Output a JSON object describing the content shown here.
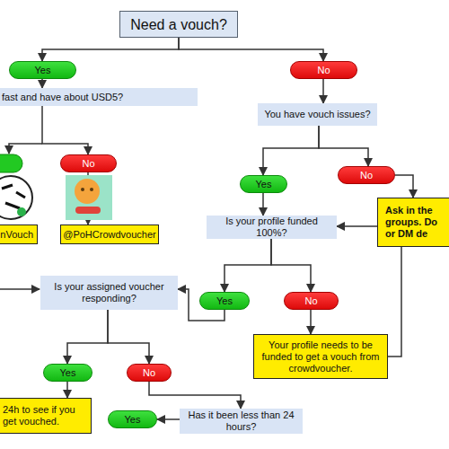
{
  "diagram": {
    "nodes": [
      {
        "text": [
          "Need a vouch?"
        ]
      },
      {
        "text": [
          "Yes"
        ]
      },
      {
        "text": [
          "No"
        ]
      },
      {
        "text": [
          "fast and have about USD5?"
        ]
      },
      {
        "text": [
          "You have vouch issues?"
        ]
      },
      {
        "text": [
          "No"
        ]
      },
      {
        "text": [
          "nVouch"
        ]
      },
      {
        "text": [
          "@PoHCrowdvoucher"
        ]
      },
      {
        "text": [
          "Yes"
        ]
      },
      {
        "text": [
          "No"
        ]
      },
      {
        "text": [
          "Ask in the groups. Do or DM de"
        ]
      },
      {
        "text": [
          "Is your profile funded 100%?"
        ]
      },
      {
        "text": [
          "Is your assigned voucher responding?"
        ]
      },
      {
        "text": [
          "Yes"
        ]
      },
      {
        "text": [
          "No"
        ]
      },
      {
        "text": [
          "Yes"
        ]
      },
      {
        "text": [
          "No"
        ]
      },
      {
        "text": [
          "Your profile needs to be funded to get a vouch from crowdvoucher."
        ]
      },
      {
        "text": [
          "24h to see if you get vouched."
        ]
      },
      {
        "text": [
          "Yes"
        ]
      },
      {
        "text": [
          "Has it been less than 24 hours?"
        ]
      }
    ],
    "edges": [
      {
        "from": 0,
        "to": 1,
        "arrow": "to"
      },
      {
        "from": 0,
        "to": 2,
        "arrow": "to"
      },
      {
        "from": 1,
        "to": 3,
        "arrow": "to"
      },
      {
        "from": 2,
        "to": 4,
        "arrow": "to"
      },
      {
        "from": 3,
        "to": 5,
        "arrow": "to"
      },
      {
        "from": 5,
        "to": 7,
        "arrow": "to"
      },
      {
        "from": 4,
        "to": 8,
        "arrow": "to"
      },
      {
        "from": 4,
        "to": 9,
        "arrow": "to"
      },
      {
        "from": 9,
        "to": 10,
        "arrow": "to"
      },
      {
        "from": 8,
        "to": 11,
        "arrow": "to"
      },
      {
        "from": 11,
        "to": 13,
        "arrow": "to"
      },
      {
        "from": 11,
        "to": 14,
        "arrow": "to"
      },
      {
        "from": 13,
        "to": 12,
        "arrow": "to"
      },
      {
        "from": 14,
        "to": 17,
        "arrow": "to"
      },
      {
        "from": 17,
        "to": 11,
        "arrow": "to"
      },
      {
        "from": 12,
        "to": 15,
        "arrow": "to"
      },
      {
        "from": 12,
        "to": 16,
        "arrow": "to"
      },
      {
        "from": 15,
        "to": 18,
        "arrow": "to"
      },
      {
        "from": 16,
        "to": 20,
        "arrow": "to"
      },
      {
        "from": 20,
        "to": 19,
        "arrow": "to"
      }
    ]
  }
}
